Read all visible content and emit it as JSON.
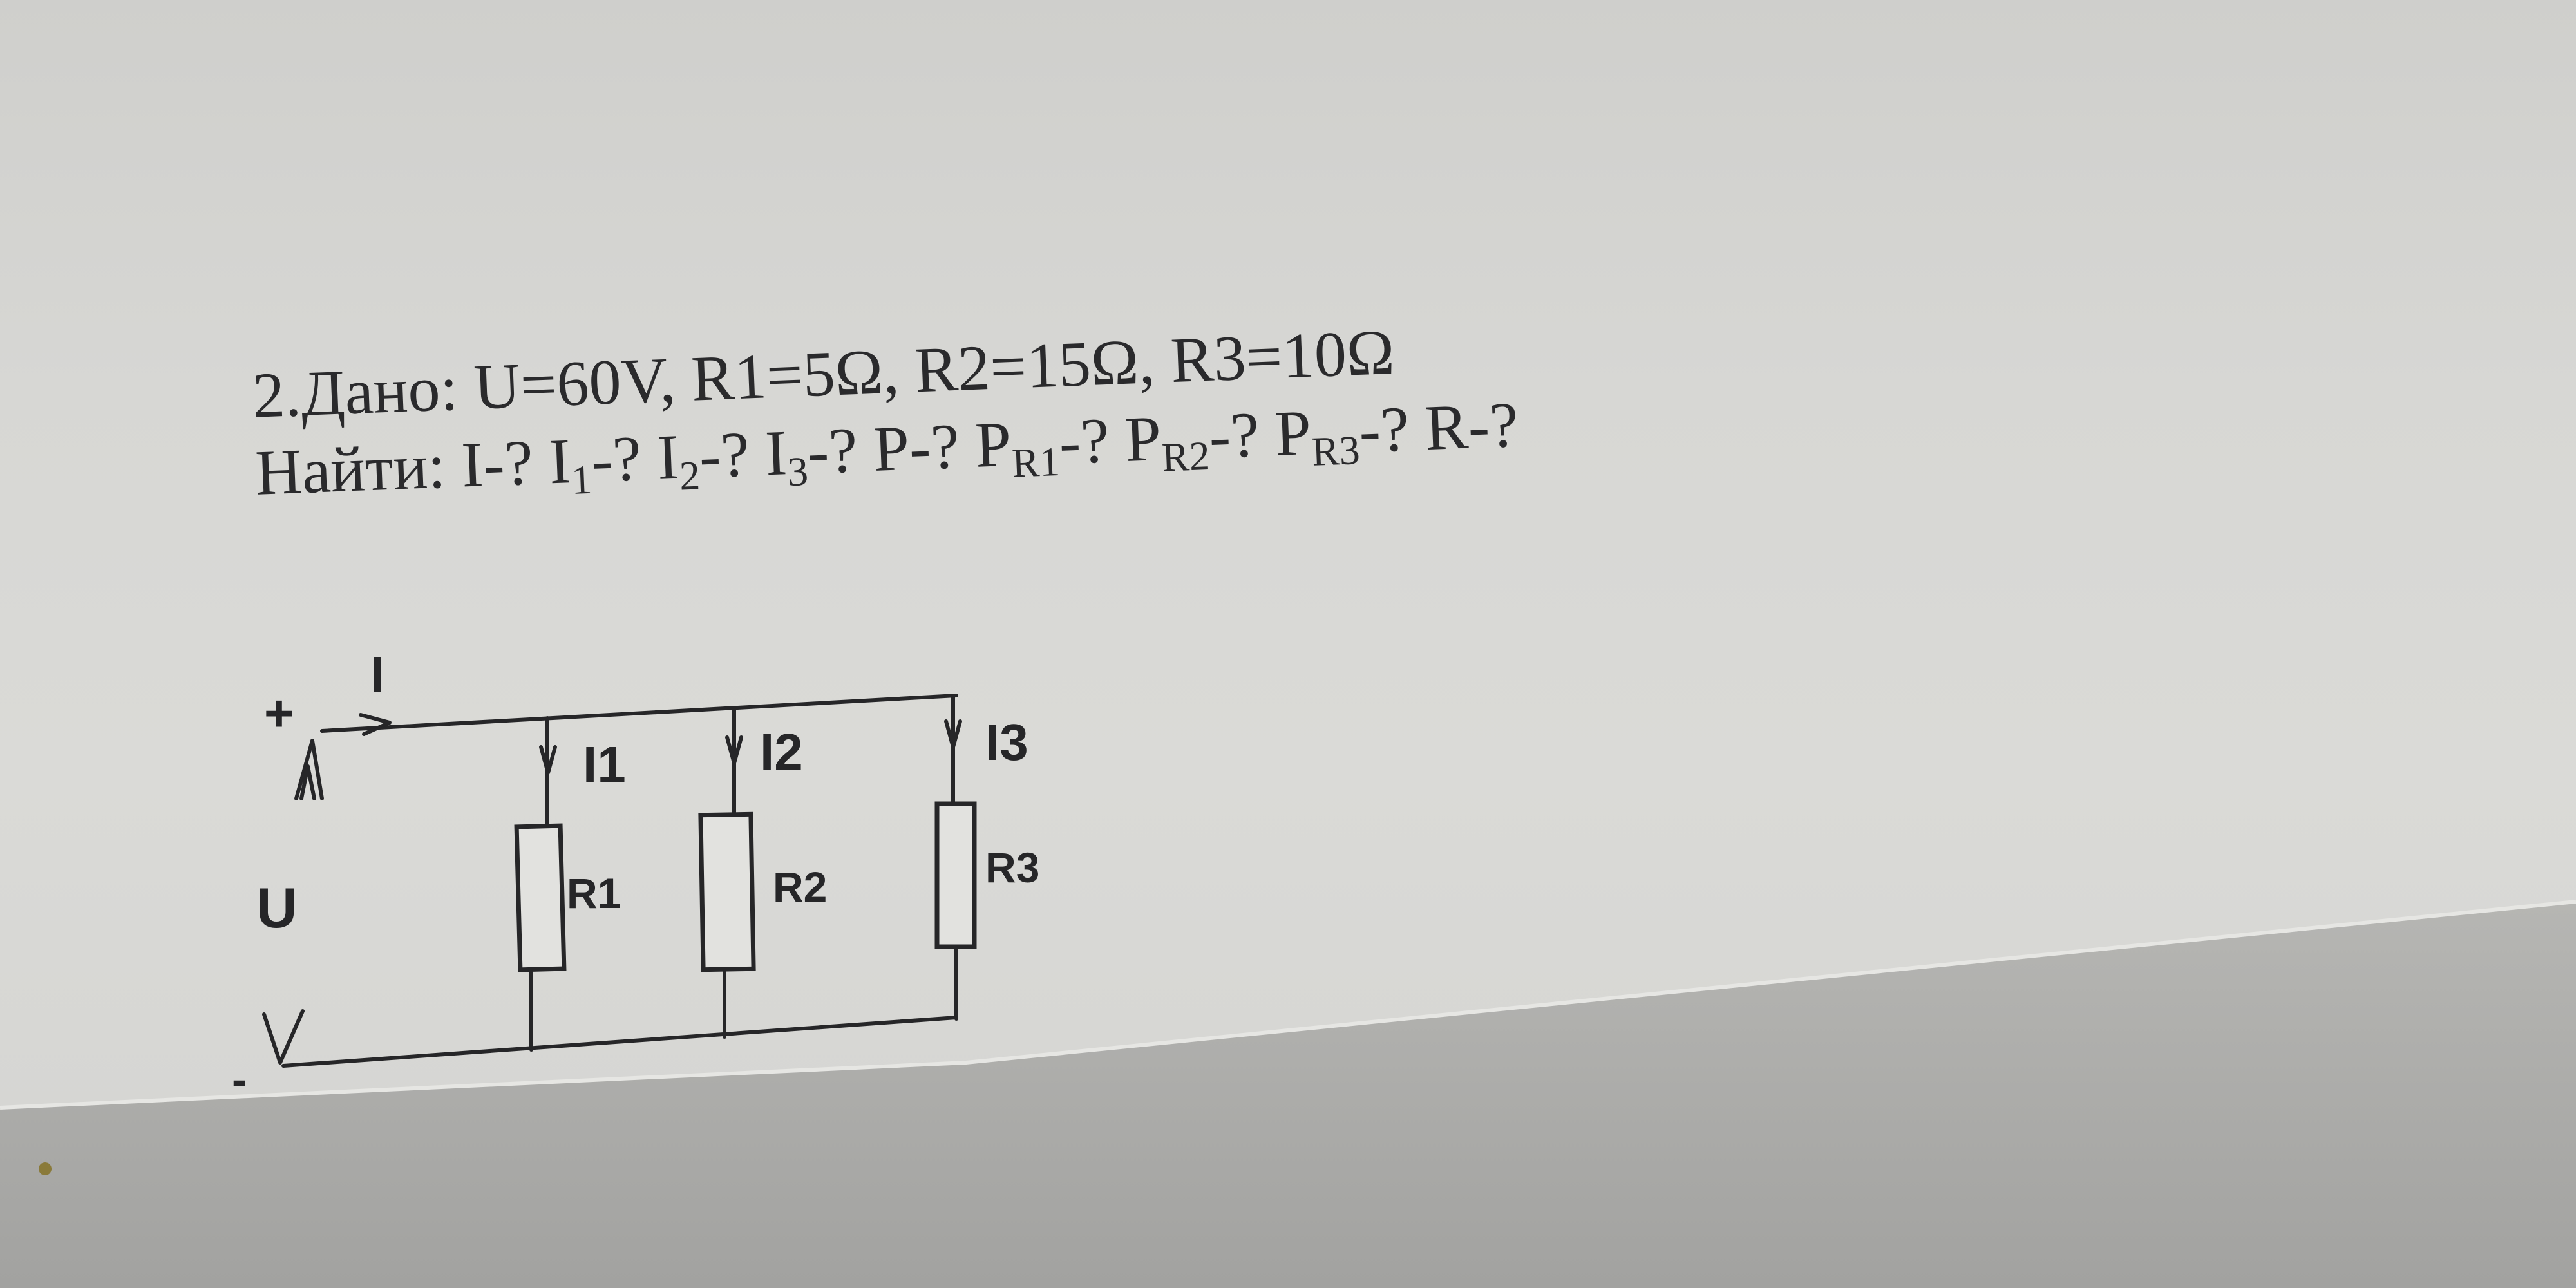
{
  "problem": {
    "given_prefix": "2.Дано: ",
    "given_values": "U=60V, R1=5Ω, R2=15Ω, R3=10Ω",
    "find_prefix": "Найти: ",
    "find_items": [
      {
        "base": "I",
        "sub": "",
        "suffix": "-? "
      },
      {
        "base": "I",
        "sub": "1",
        "suffix": "-? "
      },
      {
        "base": "I",
        "sub": "2",
        "suffix": "-? "
      },
      {
        "base": "I",
        "sub": "3",
        "suffix": "-? "
      },
      {
        "base": "P",
        "sub": "",
        "suffix": "-? "
      },
      {
        "base": "P",
        "sub": "R1",
        "suffix": "-? "
      },
      {
        "base": "P",
        "sub": "R2",
        "suffix": "-? "
      },
      {
        "base": "P",
        "sub": "R3",
        "suffix": "-? "
      },
      {
        "base": "R",
        "sub": "",
        "suffix": "-?"
      }
    ]
  },
  "circuit": {
    "plus_label": "+",
    "minus_label": "-",
    "voltage_label": "U",
    "total_current_label": "I",
    "branch_current_labels": [
      "I1",
      "I2",
      "I3"
    ],
    "resistor_labels": [
      "R1",
      "R2",
      "R3"
    ]
  },
  "colors": {
    "ink": "#262628",
    "paper": "#d8d8d5",
    "shadow_paper": "#a9a9a6"
  }
}
